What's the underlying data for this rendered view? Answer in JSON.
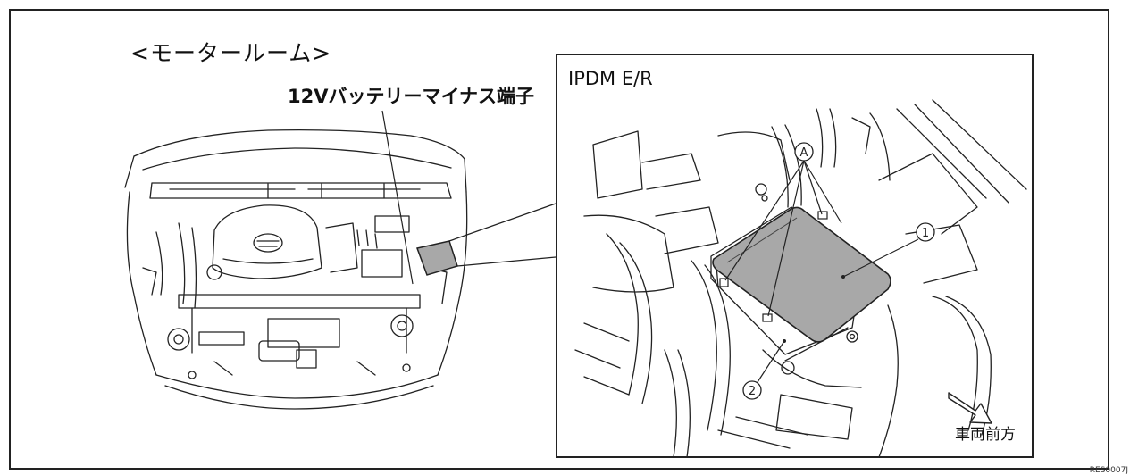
{
  "section_title": "<モータールーム>",
  "battery_label": "12Vバッテリーマイナス端子",
  "detail": {
    "title": "IPDM E/R",
    "callout_a": "A",
    "callout_1": "1",
    "callout_2": "2",
    "direction_label": "車両前方"
  },
  "doc_code": "RES0007J",
  "colors": {
    "line": "#222222",
    "highlight_fill": "#a8a8a8",
    "background": "#ffffff"
  }
}
